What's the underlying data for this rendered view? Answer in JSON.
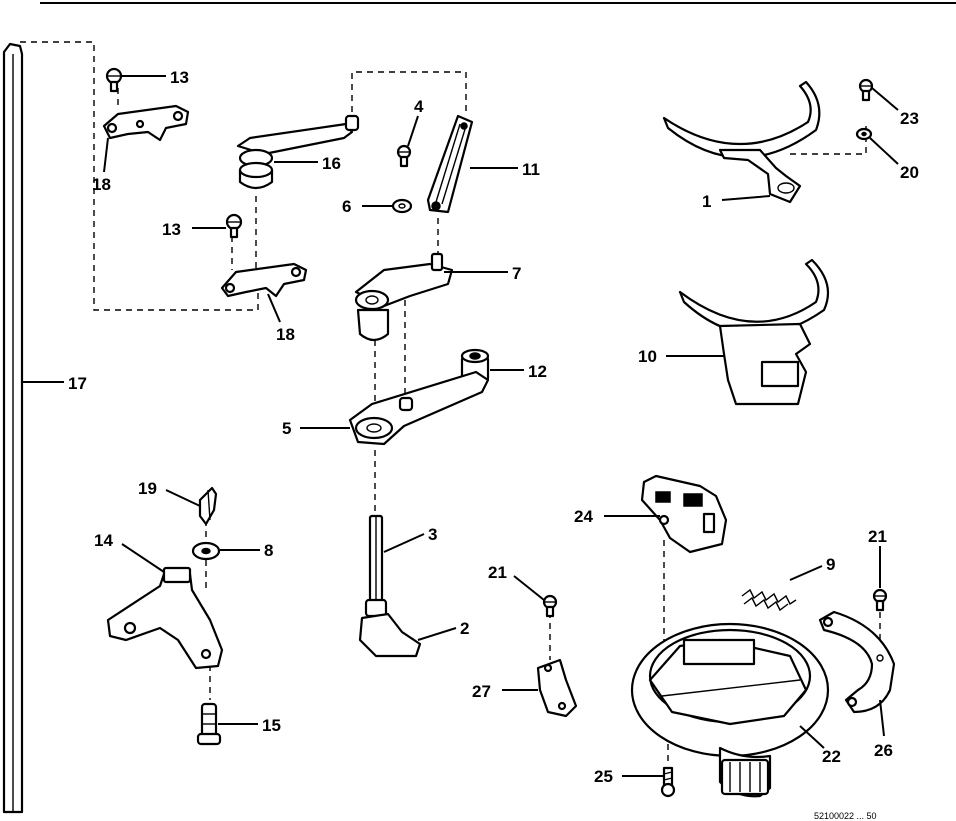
{
  "diagram": {
    "callouts": {
      "c13a": "13",
      "c18a": "18",
      "c16": "16",
      "c4": "4",
      "c11": "11",
      "c6": "6",
      "c13b": "13",
      "c18b": "18",
      "c7": "7",
      "c12": "12",
      "c5": "5",
      "c17": "17",
      "c19": "19",
      "c14": "14",
      "c8": "8",
      "c15": "15",
      "c3": "3",
      "c2": "2",
      "c21a": "21",
      "c27": "27",
      "c23": "23",
      "c20": "20",
      "c1": "1",
      "c10": "10",
      "c24": "24",
      "c9": "9",
      "c21b": "21",
      "c22": "22",
      "c26": "26",
      "c25": "25"
    },
    "footer_code": "52100022 ... 50"
  }
}
